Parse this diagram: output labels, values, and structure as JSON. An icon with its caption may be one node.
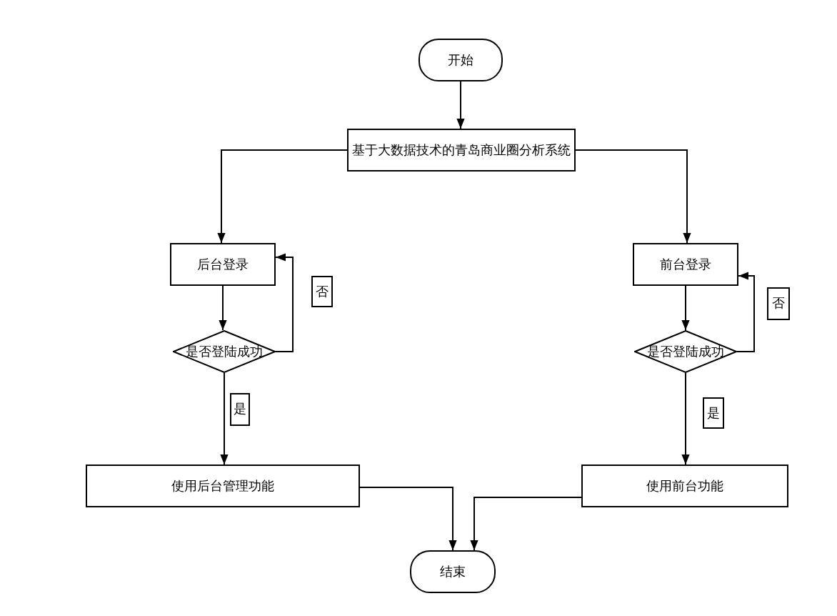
{
  "diagram": {
    "nodes": [
      {
        "text": [
          "开始"
        ]
      },
      {
        "text": [
          "基于大数据技术的青岛商业圈分析系统"
        ]
      },
      {
        "text": [
          "后台登录"
        ]
      },
      {
        "text": [
          "是否登陆成功"
        ]
      },
      {
        "text": [
          "使用后台管理功能"
        ]
      },
      {
        "text": [
          "前台登录"
        ]
      },
      {
        "text": [
          "是否登陆成功"
        ]
      },
      {
        "text": [
          "使用前台功能"
        ]
      },
      {
        "text": [
          "结束"
        ]
      }
    ],
    "edges": [
      {
        "from": 0,
        "to": 1,
        "arrow": "to"
      },
      {
        "from": 1,
        "to": 2,
        "arrow": "to"
      },
      {
        "from": 1,
        "to": 5,
        "arrow": "to"
      },
      {
        "from": 2,
        "to": 3,
        "arrow": "to"
      },
      {
        "from": 3,
        "to": 2,
        "arrow": "to",
        "label": "否"
      },
      {
        "from": 3,
        "to": 4,
        "arrow": "to",
        "label": "是"
      },
      {
        "from": 5,
        "to": 6,
        "arrow": "to"
      },
      {
        "from": 6,
        "to": 5,
        "arrow": "to",
        "label": "否"
      },
      {
        "from": 6,
        "to": 7,
        "arrow": "to",
        "label": "是"
      },
      {
        "from": 4,
        "to": 8,
        "arrow": "to"
      },
      {
        "from": 7,
        "to": 8,
        "arrow": "to"
      }
    ]
  }
}
